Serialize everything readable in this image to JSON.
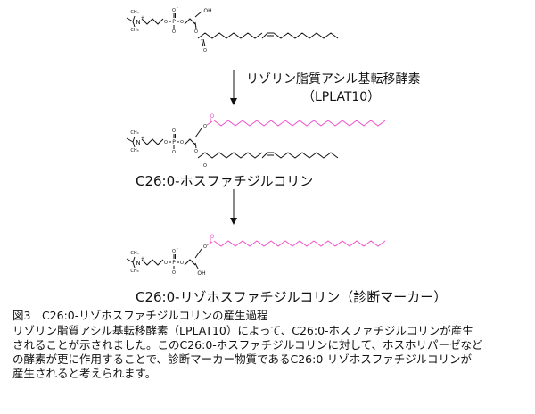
{
  "diagram": {
    "atom_labels": {
      "methyl": "CH₃",
      "nitrogen": "N",
      "charge_plus": "+",
      "charge_minus": "⁻",
      "oxygen": "O",
      "phosphorus": "P",
      "hydroxyl": "OH"
    },
    "step1": {
      "enzyme": "リゾリン脂質アシル基転移酵素",
      "abbreviation": "（LPLAT10）"
    },
    "compound1": "C26:0-ホスファチジルコリン",
    "compound2": "C26:0-リゾホスファチジルコリン（診断マーカー）",
    "colors": {
      "ink": "#111111",
      "acyl_chain": "#f050c8"
    }
  },
  "caption": {
    "title": "図3　C26:0-リゾホスファチジルコリンの産生過程",
    "lines": [
      "リゾリン脂質アシル基転移酵素（LPLAT10）によって、C26:0-ホスファチジルコリンが産生",
      "されることが示されました。このC26:0-ホスファチジルコリンに対して、ホスホリパーゼなど",
      "の酵素が更に作用することで、診断マーカー物質であるC26:0-リゾホスファチジルコリンが",
      "産生されると考えられます。"
    ]
  }
}
